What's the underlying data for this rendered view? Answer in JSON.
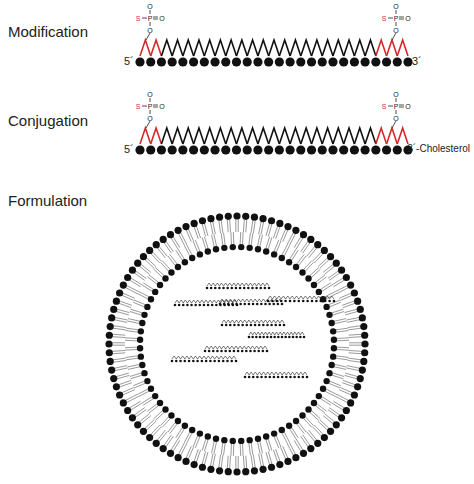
{
  "diagram": {
    "labels": [
      "Modification",
      "5´",
      "3´",
      "Conjugation",
      "5´",
      "3´-Cholesterol",
      "Formulation",
      "O",
      "S",
      "P",
      "O",
      "O",
      "O",
      "S",
      "P",
      "O",
      "O",
      "O",
      "S",
      "P",
      "O",
      "O",
      "O",
      "S",
      "P",
      "O",
      "O"
    ]
  }
}
